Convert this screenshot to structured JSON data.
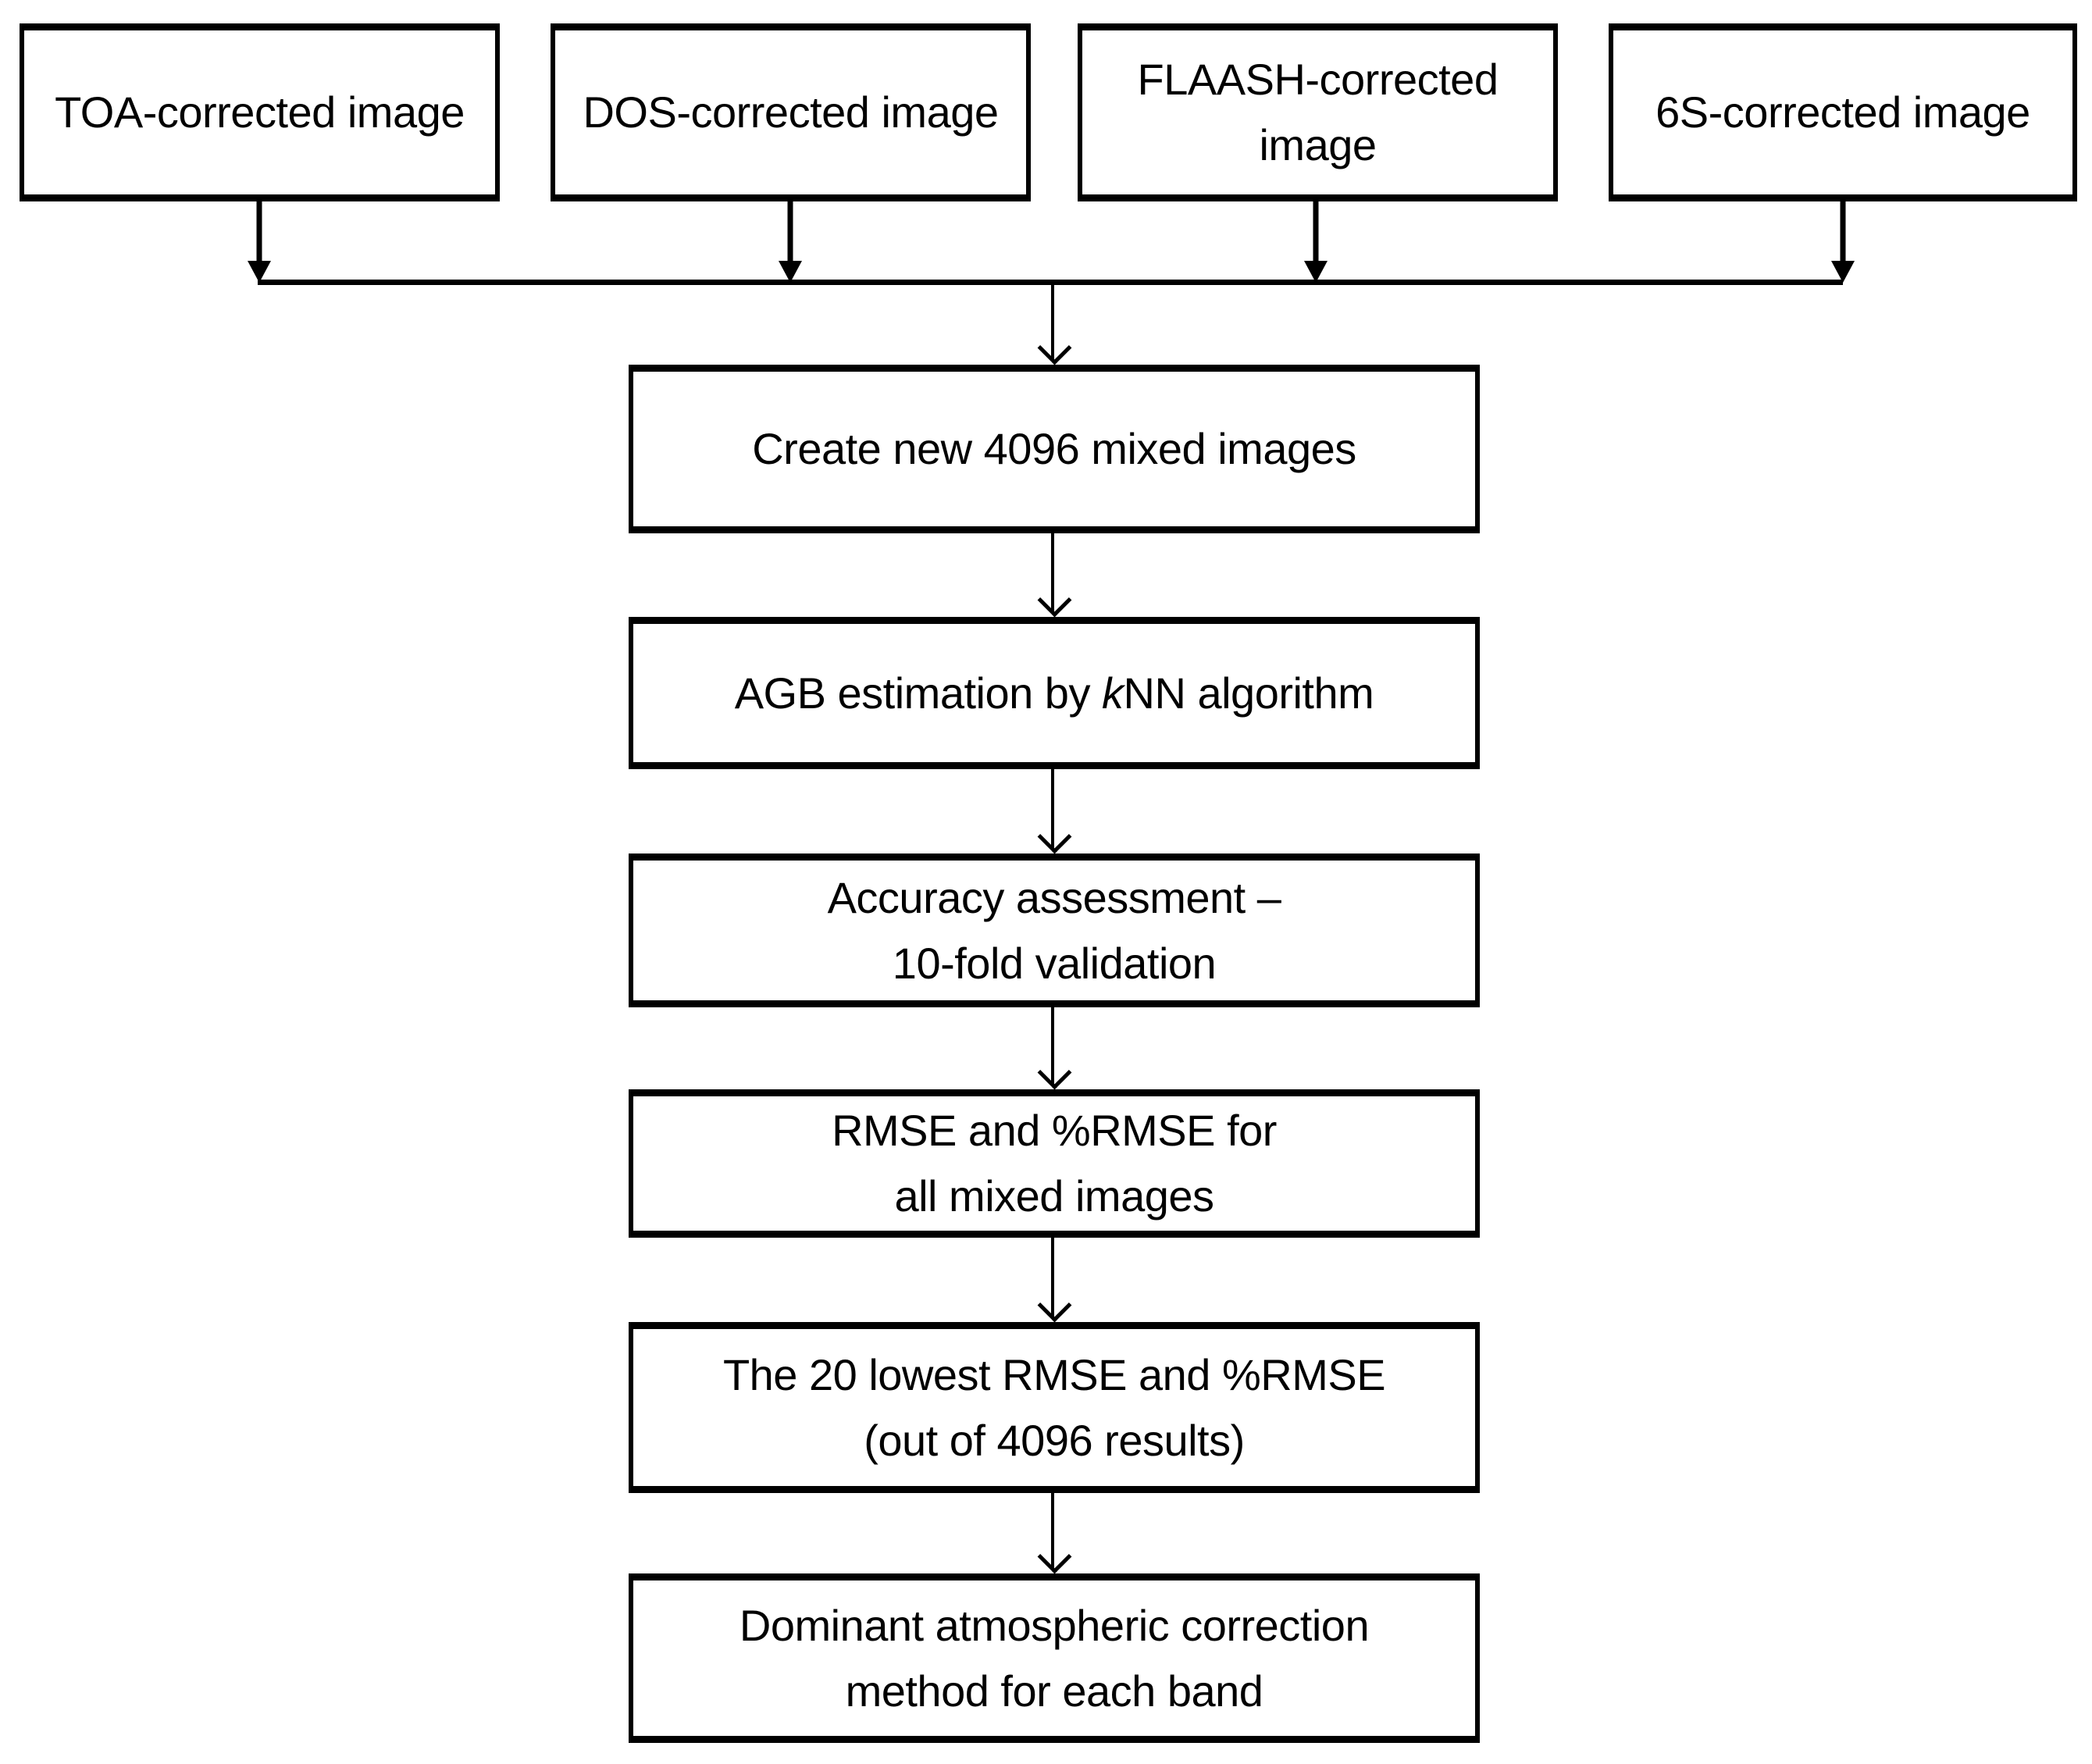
{
  "figure": {
    "type": "flowchart",
    "background_color": "#ffffff",
    "line_color": "#000000"
  },
  "boxes": {
    "toa": {
      "label": "TOA-corrected image"
    },
    "dos": {
      "label": "DOS-corrected image"
    },
    "flaash": {
      "line1": "FLAASH-corrected",
      "line2": "image"
    },
    "s6": {
      "label": "6S-corrected image"
    },
    "create": {
      "label": "Create new 4096 mixed images"
    },
    "agb": {
      "prefix": "AGB estimation by ",
      "k_italic": "k",
      "suffix": "NN algorithm"
    },
    "accuracy": {
      "line1": "Accuracy assessment –",
      "line2": "10-fold validation"
    },
    "rmse": {
      "line1": "RMSE and %RMSE for",
      "line2": "all mixed images"
    },
    "lowest": {
      "line1": "The 20 lowest RMSE and %RMSE",
      "line2": "(out of 4096 results)"
    },
    "dominant": {
      "line1": "Dominant atmospheric correction",
      "line2": "method for each band"
    }
  }
}
